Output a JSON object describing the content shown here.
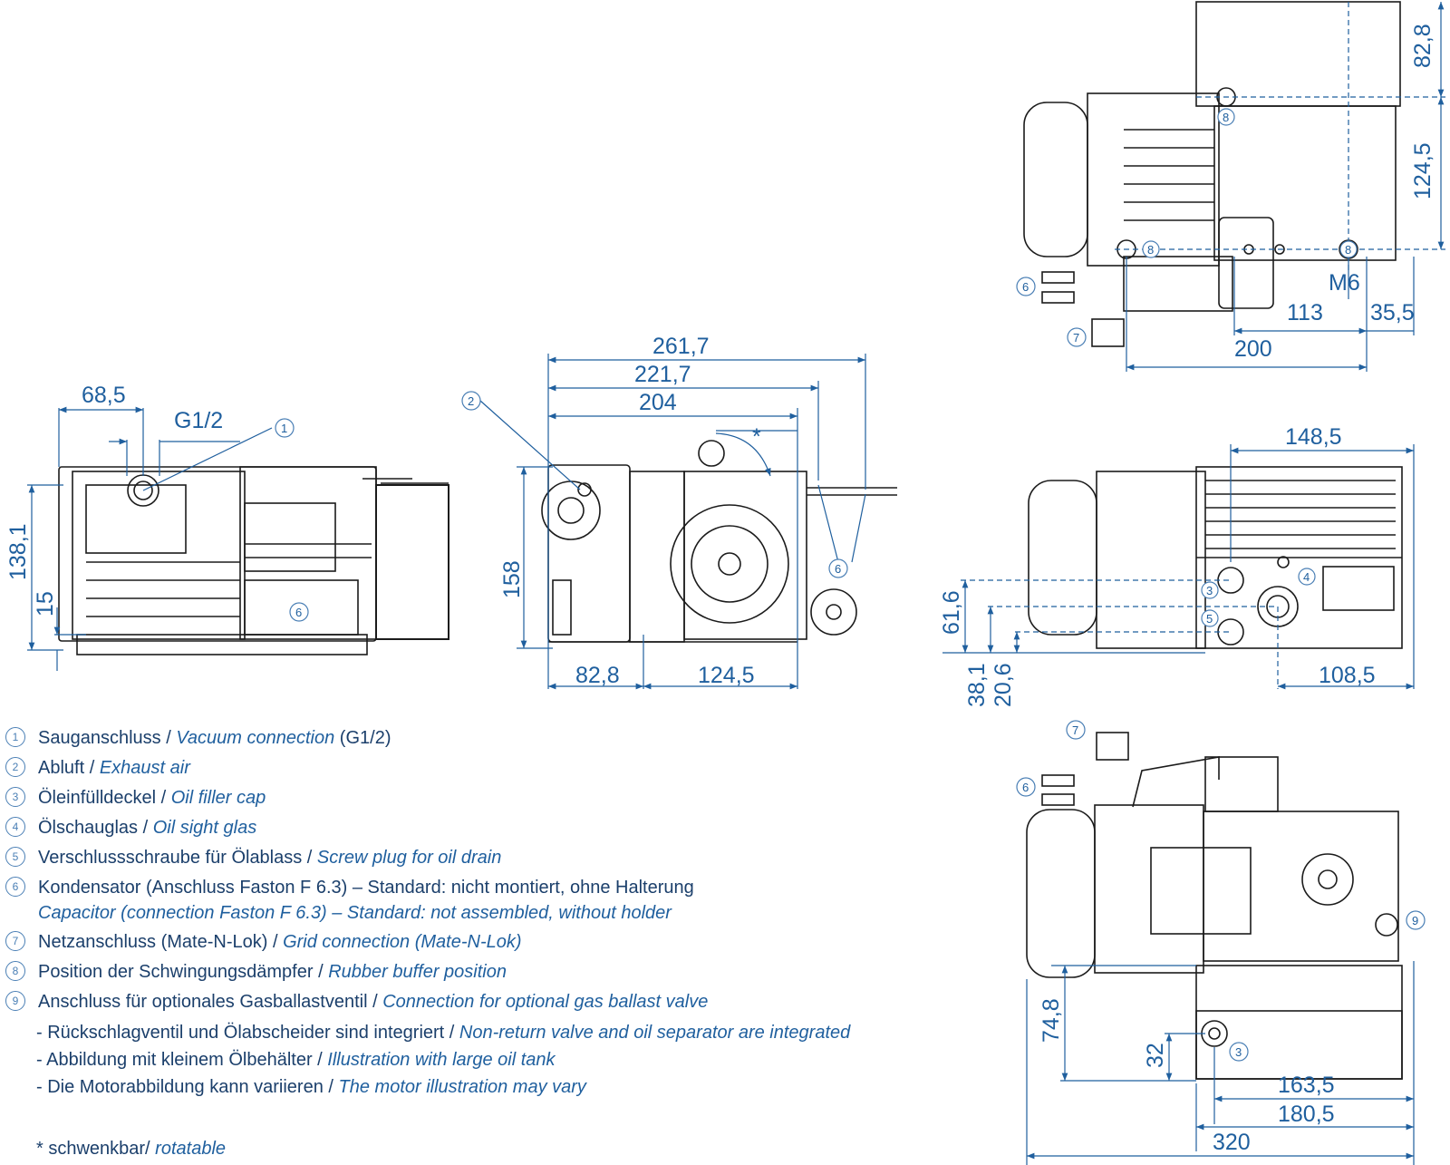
{
  "dimensions": {
    "front_view": {
      "d_68_5": "68,5",
      "d_g12": "G1/2",
      "d_138_1": "138,1",
      "d_15": "15"
    },
    "side_view": {
      "d_261_7": "261,7",
      "d_221_7": "221,7",
      "d_204": "204",
      "d_158": "158",
      "d_82_8": "82,8",
      "d_124_5": "124,5",
      "star": "*"
    },
    "top_view": {
      "d_82_8": "82,8",
      "d_124_5": "124,5",
      "d_m6": "M6",
      "d_113": "113",
      "d_35_5": "35,5",
      "d_200": "200"
    },
    "rear_view": {
      "d_148_5": "148,5",
      "d_61_6": "61,6",
      "d_38_1": "38,1",
      "d_20_6": "20,6",
      "d_108_5": "108,5"
    },
    "bottom_view": {
      "d_74_8": "74,8",
      "d_32": "32",
      "d_163_5": "163,5",
      "d_180_5": "180,5",
      "d_320": "320"
    }
  },
  "callouts": {
    "c1": "1",
    "c2": "2",
    "c3": "3",
    "c4": "4",
    "c5": "5",
    "c6": "6",
    "c7": "7",
    "c8": "8",
    "c9": "9"
  },
  "legend": [
    {
      "num": "1",
      "de": "Sauganschluss / ",
      "en": "Vacuum connection",
      "de_suffix": " (G1/2)"
    },
    {
      "num": "2",
      "de": "Abluft / ",
      "en": "Exhaust air",
      "de_suffix": ""
    },
    {
      "num": "3",
      "de": "Öleinfülldeckel / ",
      "en": "Oil filler cap",
      "de_suffix": ""
    },
    {
      "num": "4",
      "de": "Ölschauglas / ",
      "en": "Oil sight glas",
      "de_suffix": ""
    },
    {
      "num": "5",
      "de": "Verschlussschraube für Ölablass / ",
      "en": "Screw plug for oil drain",
      "de_suffix": ""
    },
    {
      "num": "6",
      "de": "Kondensator (Anschluss Faston F 6.3) – Standard: nicht montiert, ohne Halterung",
      "en": "Capacitor (connection Faston F 6.3) – Standard: not assembled, without holder",
      "de_suffix": ""
    },
    {
      "num": "7",
      "de": "Netzanschluss (Mate-N-Lok) / ",
      "en": "Grid connection (Mate-N-Lok)",
      "de_suffix": ""
    },
    {
      "num": "8",
      "de": "Position der Schwingungsdämpfer / ",
      "en": "Rubber buffer position",
      "de_suffix": ""
    },
    {
      "num": "9",
      "de": "Anschluss für optionales Gasballastventil / ",
      "en": "Connection for optional gas ballast valve",
      "de_suffix": ""
    }
  ],
  "notes": [
    {
      "de": "- Rückschlagventil und Ölabscheider sind integriert / ",
      "en": "Non-return valve and oil separator are integrated"
    },
    {
      "de": "- Abbildung mit kleinem Ölbehälter / ",
      "en": "Illustration with large oil tank"
    },
    {
      "de": "- Die Motorabbildung kann variieren / ",
      "en": "The motor illustration may vary"
    }
  ],
  "footnote": {
    "de": "* schwenkbar/ ",
    "en": "rotatable"
  },
  "colors": {
    "line": "#1b1b1b",
    "dimension": "#1f5f9e",
    "callout": "#4a7fb5"
  }
}
